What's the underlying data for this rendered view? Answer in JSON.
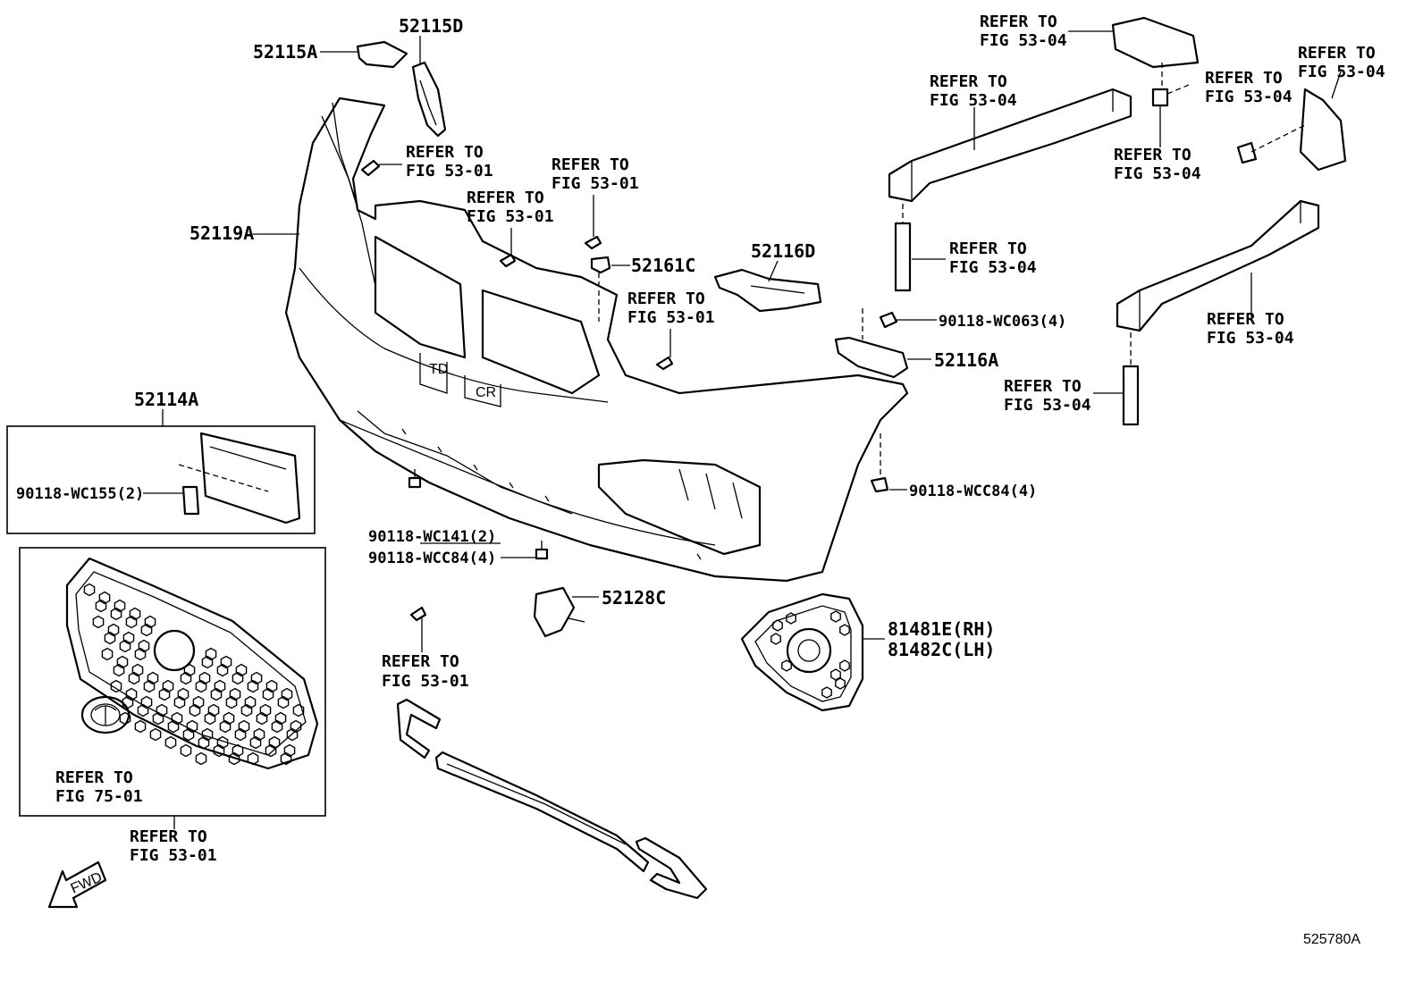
{
  "labels": {
    "p52115A": "52115A",
    "p52115D": "52115D",
    "p52119A": "52119A",
    "p52161C": "52161C",
    "p52116D": "52116D",
    "p52116A": "52116A",
    "p52114A": "52114A",
    "p52128C": "52128C",
    "p81481E": "81481E(RH)",
    "p81482C": "81482C(LH)",
    "wc063": "90118-WC063(4)",
    "wcc84_right": "90118-WCC84(4)",
    "wc155": "90118-WC155(2)",
    "wc141": "90118-WC141(2)",
    "wcc84_left": "90118-WCC84(4)"
  },
  "refs": {
    "refer_to": "REFER TO",
    "fig_53_01": "FIG 53-01",
    "fig_53_04": "FIG 53-04",
    "fig_75_01": "FIG 75-01"
  },
  "fwd": "FWD",
  "illustration_id": "525780A"
}
